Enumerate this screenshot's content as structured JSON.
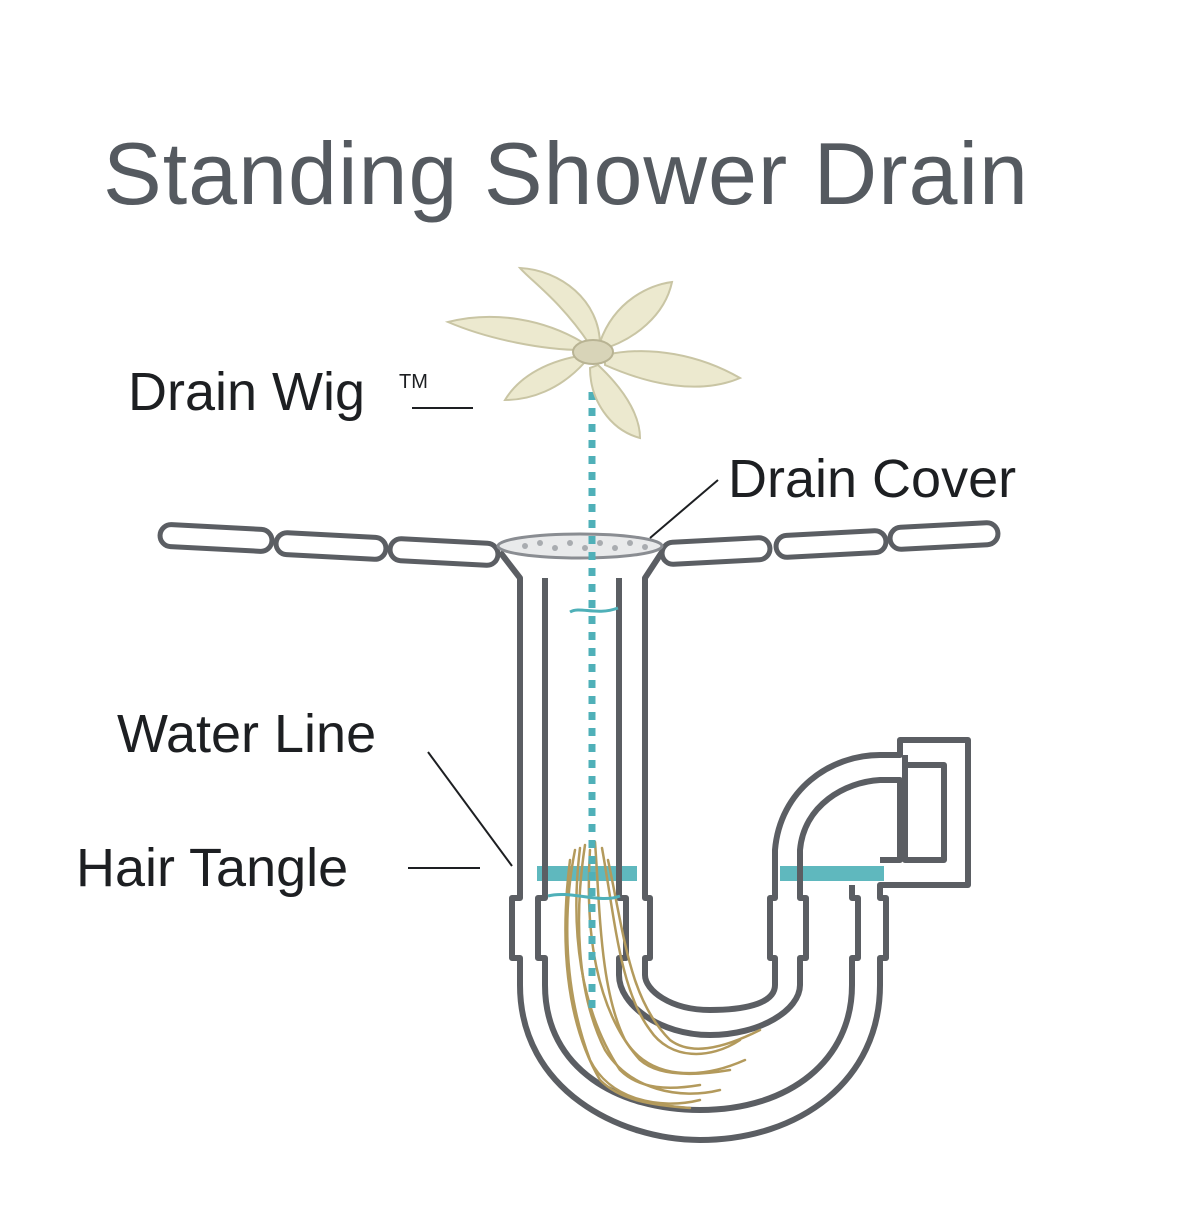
{
  "diagram": {
    "title": "Standing Shower Drain",
    "labels": {
      "drain_wig": "Drain Wig",
      "trademark": "TM",
      "drain_cover": "Drain Cover",
      "water_line": "Water Line",
      "hair_tangle": "Hair Tangle"
    },
    "colors": {
      "pipe_outline": "#5b5e63",
      "water": "#5fb8be",
      "flower": "#ece9cf",
      "flower_outline": "#c9c5a4",
      "hair": "#b39a5c",
      "text": "#1d1f22",
      "title": "#555a60"
    }
  }
}
